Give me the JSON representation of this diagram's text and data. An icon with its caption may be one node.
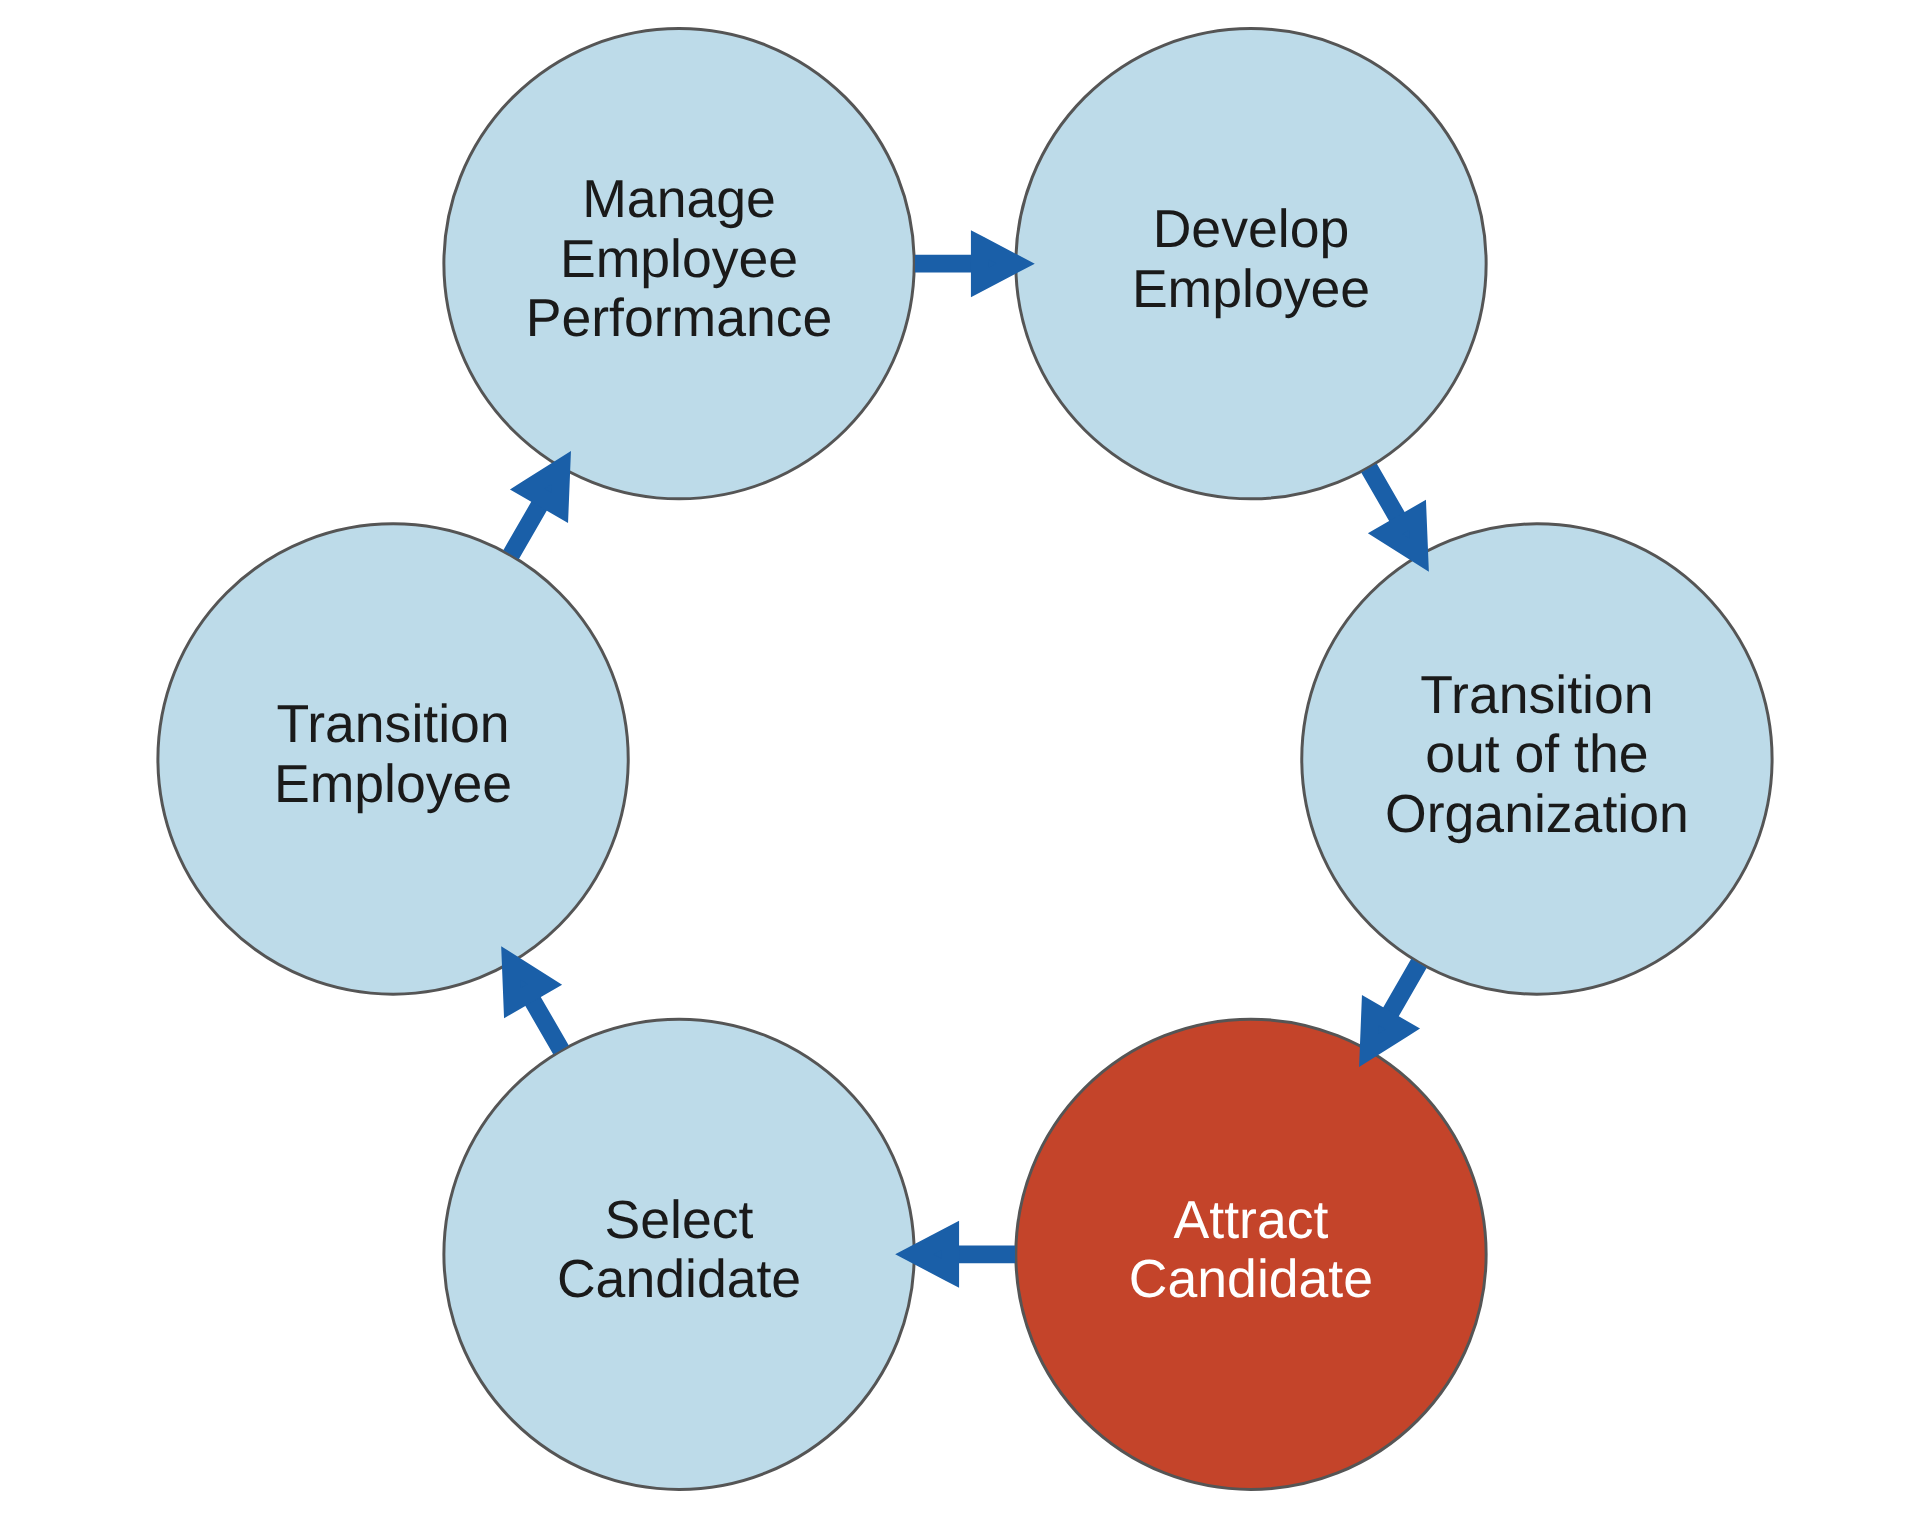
{
  "diagram": {
    "nodes": [
      {
        "text": [
          "Attract Candidate"
        ]
      },
      {
        "text": [
          "Select Candidate"
        ]
      },
      {
        "text": [
          "Transition Employee"
        ]
      },
      {
        "text": [
          "Manage Employee Performance"
        ]
      },
      {
        "text": [
          "Develop Employee"
        ]
      },
      {
        "text": [
          "Transition out of the Organization"
        ]
      }
    ],
    "edges": [
      {
        "from": 0,
        "to": 1,
        "arrow": "to"
      },
      {
        "from": 1,
        "to": 2,
        "arrow": "to"
      },
      {
        "from": 2,
        "to": 3,
        "arrow": "to"
      },
      {
        "from": 3,
        "to": 4,
        "arrow": "to"
      },
      {
        "from": 4,
        "to": 5,
        "arrow": "to"
      },
      {
        "from": 5,
        "to": 0,
        "arrow": "to"
      }
    ]
  }
}
